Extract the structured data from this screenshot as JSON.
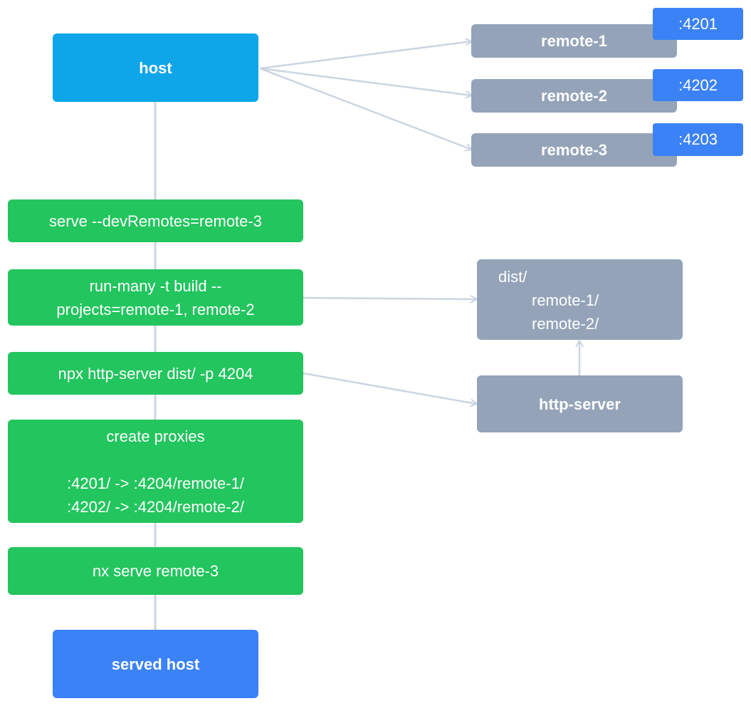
{
  "host": {
    "label": "host"
  },
  "remotes": [
    {
      "label": "remote-1",
      "port": ":4201"
    },
    {
      "label": "remote-2",
      "port": ":4202"
    },
    {
      "label": "remote-3",
      "port": ":4203"
    }
  ],
  "steps": {
    "serve": "serve --devRemotes=remote-3",
    "run_many_line1": "run-many -t build --",
    "run_many_line2": "projects=remote-1, remote-2",
    "http_server_cmd": "npx http-server dist/ -p 4204",
    "proxies_title": "create proxies",
    "proxies_line1": ":4201/ -> :4204/remote-1/",
    "proxies_line2": ":4202/ -> :4204/remote-2/",
    "nx_serve": "nx serve remote-3"
  },
  "dist": {
    "root": "dist/",
    "item1": "remote-1/",
    "item2": "remote-2/"
  },
  "http_server": {
    "label": "http-server"
  },
  "served_host": {
    "label": "served host"
  },
  "colors": {
    "host": "#0ea5e9",
    "served_host": "#3b82f6",
    "port_badge": "#3b82f6",
    "remote": "#94a3b8",
    "step": "#22c55e",
    "connector": "#cbd5e1"
  }
}
